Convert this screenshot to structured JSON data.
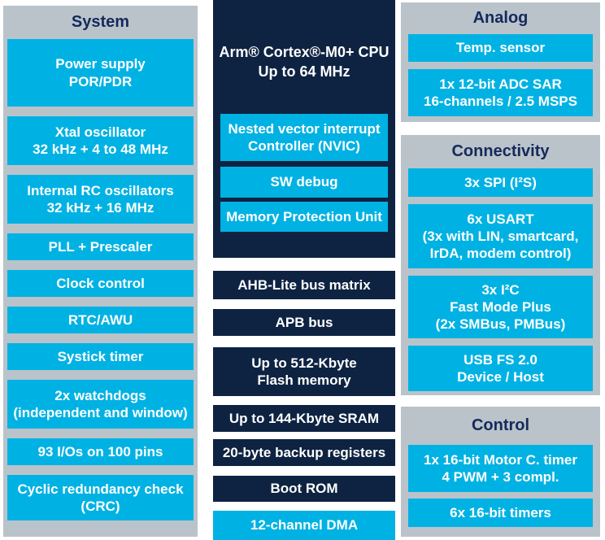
{
  "colors": {
    "cyan": "#00b2e3",
    "navy": "#0e2342",
    "panel_gray": "#bac3ca",
    "header_text": "#15295b",
    "block_text": "#ffffff",
    "background": "#ffffff"
  },
  "system": {
    "title": "System",
    "blocks": [
      "Power supply\nPOR/PDR",
      "Xtal oscillator\n32 kHz + 4 to 48 MHz",
      "Internal RC oscillators\n32 kHz + 16 MHz",
      "PLL + Prescaler",
      "Clock control",
      "RTC/AWU",
      "Systick timer",
      "2x watchdogs\n(independent and window)",
      "93 I/Os on 100 pins",
      "Cyclic redundancy check\n(CRC)"
    ]
  },
  "cpu": {
    "title": "Arm® Cortex®-M0+ CPU\nUp to 64 MHz",
    "sub_blocks": [
      "Nested vector interrupt\nController (NVIC)",
      "SW debug",
      "Memory Protection Unit"
    ],
    "bars": [
      "AHB-Lite bus matrix",
      "APB bus",
      "Up to 512-Kbyte\nFlash memory",
      "Up to 144-Kbyte SRAM",
      "20-byte backup registers",
      "Boot ROM"
    ],
    "dma": "12-channel DMA"
  },
  "analog": {
    "title": "Analog",
    "blocks": [
      "Temp. sensor",
      "1x 12-bit ADC SAR\n16-channels / 2.5 MSPS"
    ]
  },
  "connectivity": {
    "title": "Connectivity",
    "blocks": [
      "3x SPI (I²S)",
      "6x USART\n(3x with LIN, smartcard,\nIrDA, modem control)",
      "3x I²C\nFast Mode Plus\n(2x SMBus, PMBus)",
      "USB FS 2.0\nDevice / Host"
    ]
  },
  "control": {
    "title": "Control",
    "blocks": [
      "1x 16-bit Motor C. timer\n4 PWM + 3 compl.",
      "6x 16-bit timers"
    ]
  }
}
